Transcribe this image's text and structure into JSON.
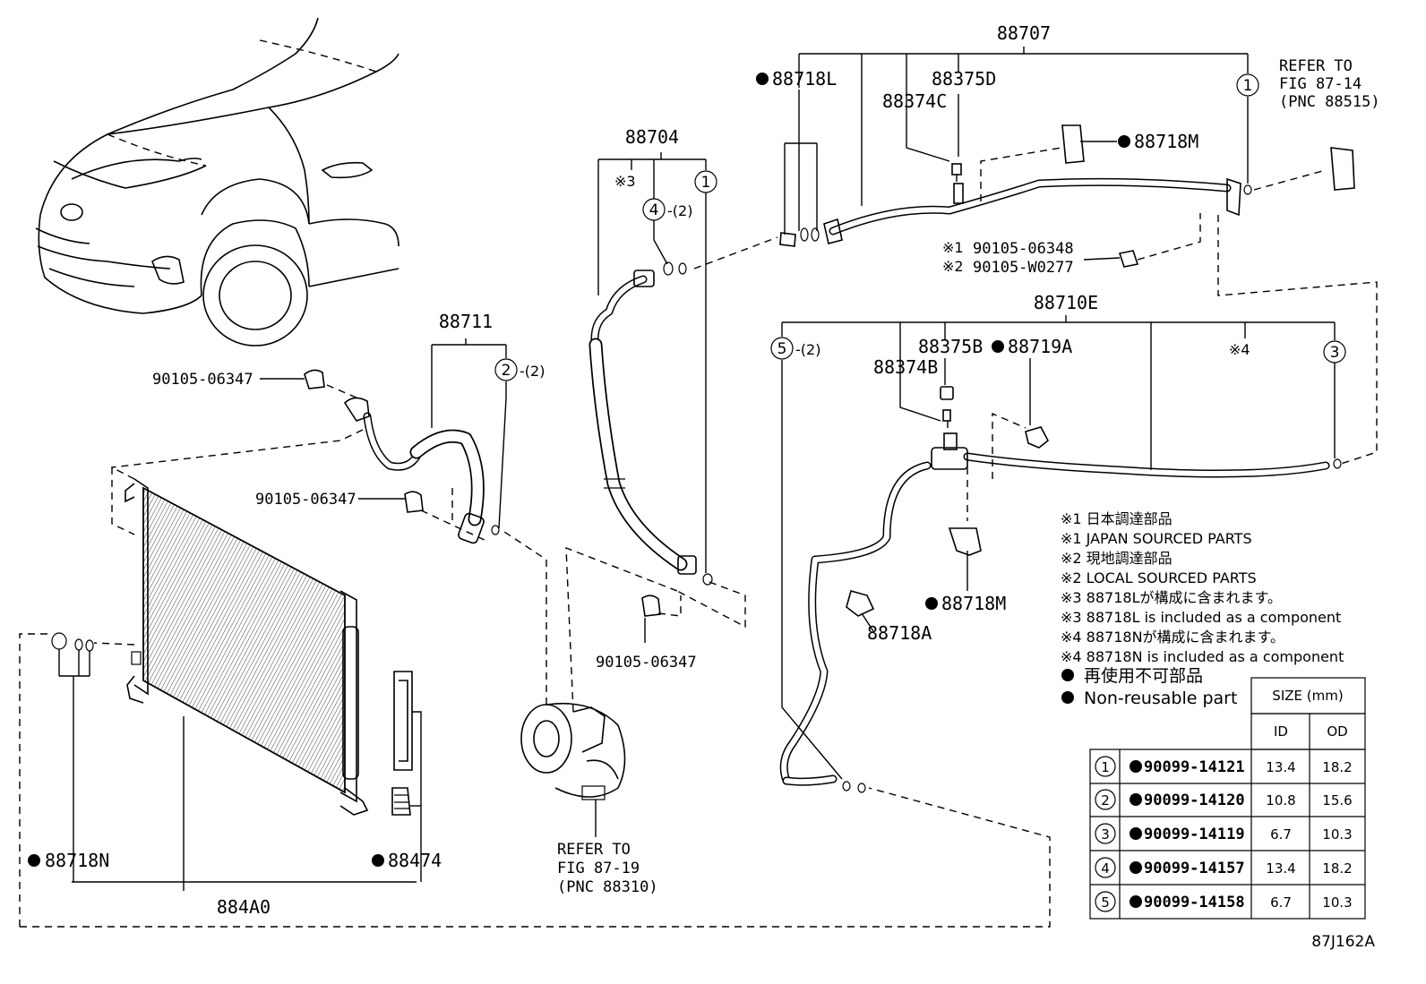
{
  "parts": {
    "p88707": "88707",
    "p88718L": "88718L",
    "p88375D": "88375D",
    "p88374C": "88374C",
    "p88718M_top": "88718M",
    "p88704": "88704",
    "p88711": "88711",
    "p90105_06347_a": "90105-06347",
    "p90105_06347_b": "90105-06347",
    "p90105_06347_c": "90105-06347",
    "p90105_06348": "90105-06348",
    "p90105_W0277": "90105-W0277",
    "p88710E": "88710E",
    "p88375B": "88375B",
    "p88374B": "88374B",
    "p88719A": "88719A",
    "p88718M_mid": "88718M",
    "p88718A": "88718A",
    "p88718N": "88718N",
    "p88474": "88474",
    "p884A0": "884A0"
  },
  "markers": {
    "m1": "※1",
    "m2": "※2",
    "m3": "※3",
    "m4": "※4",
    "qty2_a": "-(2)",
    "qty2_b": "-(2)",
    "qty2_c": "-(2)"
  },
  "callouts": {
    "c1a": "1",
    "c1b": "1",
    "c2": "2",
    "c3": "3",
    "c4": "4",
    "c5": "5"
  },
  "refs": {
    "top_right": [
      "REFER TO",
      "FIG 87-14",
      "(PNC 88515)"
    ],
    "compressor": [
      "REFER TO",
      "FIG 87-19",
      "(PNC 88310)"
    ]
  },
  "notes": [
    "※1 日本調達部品",
    "※1 JAPAN SOURCED PARTS",
    "※2 現地調達部品",
    "※2 LOCAL SOURCED PARTS",
    "※3 88718Lが構成に含まれます。",
    "※3 88718L is included as a component",
    "※4 88718Nが構成に含まれます。",
    "※4 88718N is included as a component"
  ],
  "legend": {
    "line1": "再使用不可部品",
    "line2": "Non-reusable part"
  },
  "size_table": {
    "header": "SIZE (mm)",
    "col_id": "ID",
    "col_od": "OD",
    "rows": [
      {
        "num": "1",
        "part": "90099-14121",
        "id": "13.4",
        "od": "18.2"
      },
      {
        "num": "2",
        "part": "90099-14120",
        "id": "10.8",
        "od": "15.6"
      },
      {
        "num": "3",
        "part": "90099-14119",
        "id": "6.7",
        "od": "10.3"
      },
      {
        "num": "4",
        "part": "90099-14157",
        "id": "13.4",
        "od": "18.2"
      },
      {
        "num": "5",
        "part": "90099-14158",
        "id": "6.7",
        "od": "10.3"
      }
    ]
  },
  "figure_code": "87J162A"
}
